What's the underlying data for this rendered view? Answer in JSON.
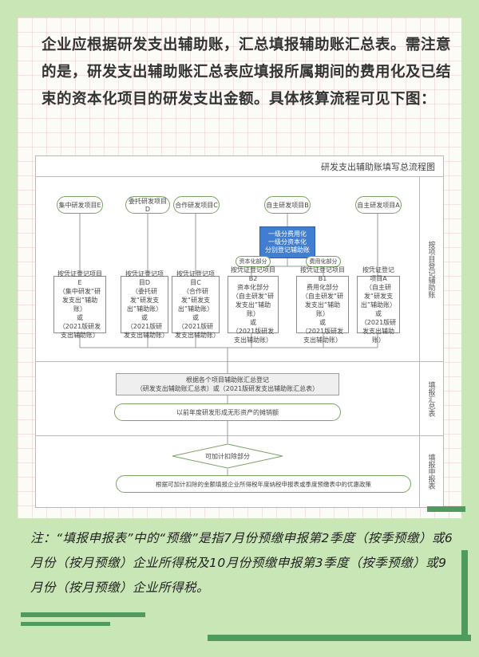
{
  "intro_text": "企业应根据研发支出辅助账，汇总填报辅助账汇总表。需注意的是，研发支出辅助账汇总表应填报所属期间的费用化及已结束的资本化项目的研发支出金额。具体核算流程可见下图：",
  "diagram": {
    "title": "研发支出辅助账填写总流程图",
    "lanes": [
      "按项目登记辅助账",
      "填报汇总表",
      "填报申报表"
    ],
    "top_nodes": [
      "自主研发项目A",
      "自主研发项目B",
      "合作研发项目C",
      "委托研发项目D",
      "集中研发项目E"
    ],
    "split_box": "一级分费用化\n一级分资本化\n分别登记辅助账",
    "split_labels": [
      "费用化部分",
      "资本化部分"
    ],
    "ledger_boxes": [
      "按凭证登记项目A\n（自主研发“研发支出”辅助账）\n或\n（2021版研发支出辅助账）",
      "按凭证登记项目B1\n费用化部分\n（自主研发“研发支出”辅助账）\n或\n（2021版研发支出辅助账）",
      "按凭证登记项目B2\n资本化部分\n（自主研发“研发支出”辅助账）\n或\n（2021版研发支出辅助账）",
      "按凭证登记项目C\n（合作研发“研发支出”辅助账）\n或\n（2021版研发支出辅助账）",
      "按凭证登记项目D\n（委托研发“研发支出”辅助账）\n或\n（2021版研发支出辅助账）",
      "按凭证登记项目E\n（集中研发“研发支出”辅助账）\n或\n（2021版研发支出辅助账）"
    ],
    "summary_box": "根据各个项目辅助账汇总登记\n（研发支出辅助账汇总表）或（2021版研发支出辅助账汇总表）",
    "intangible_pill": "以前年度研发形成无形资产的摊销额",
    "decision": "可加计扣除部分",
    "final_pill": "根据可加计扣除的金额填报企业所得税年度纳税申报表或季度预缴表中的优惠政策"
  },
  "note": "注：“填报申报表”中的“预缴”是指7月份预缴申报第2季度（按季预缴）或6月份（按月预缴）企业所得税及10月份预缴申报第3季度（按季预缴）或9月份（按月预缴）企业所得税。",
  "colors": {
    "background": "#c9e7b6",
    "accent_green": "#4f9a5e",
    "blue_box": "#3f7ed0"
  }
}
